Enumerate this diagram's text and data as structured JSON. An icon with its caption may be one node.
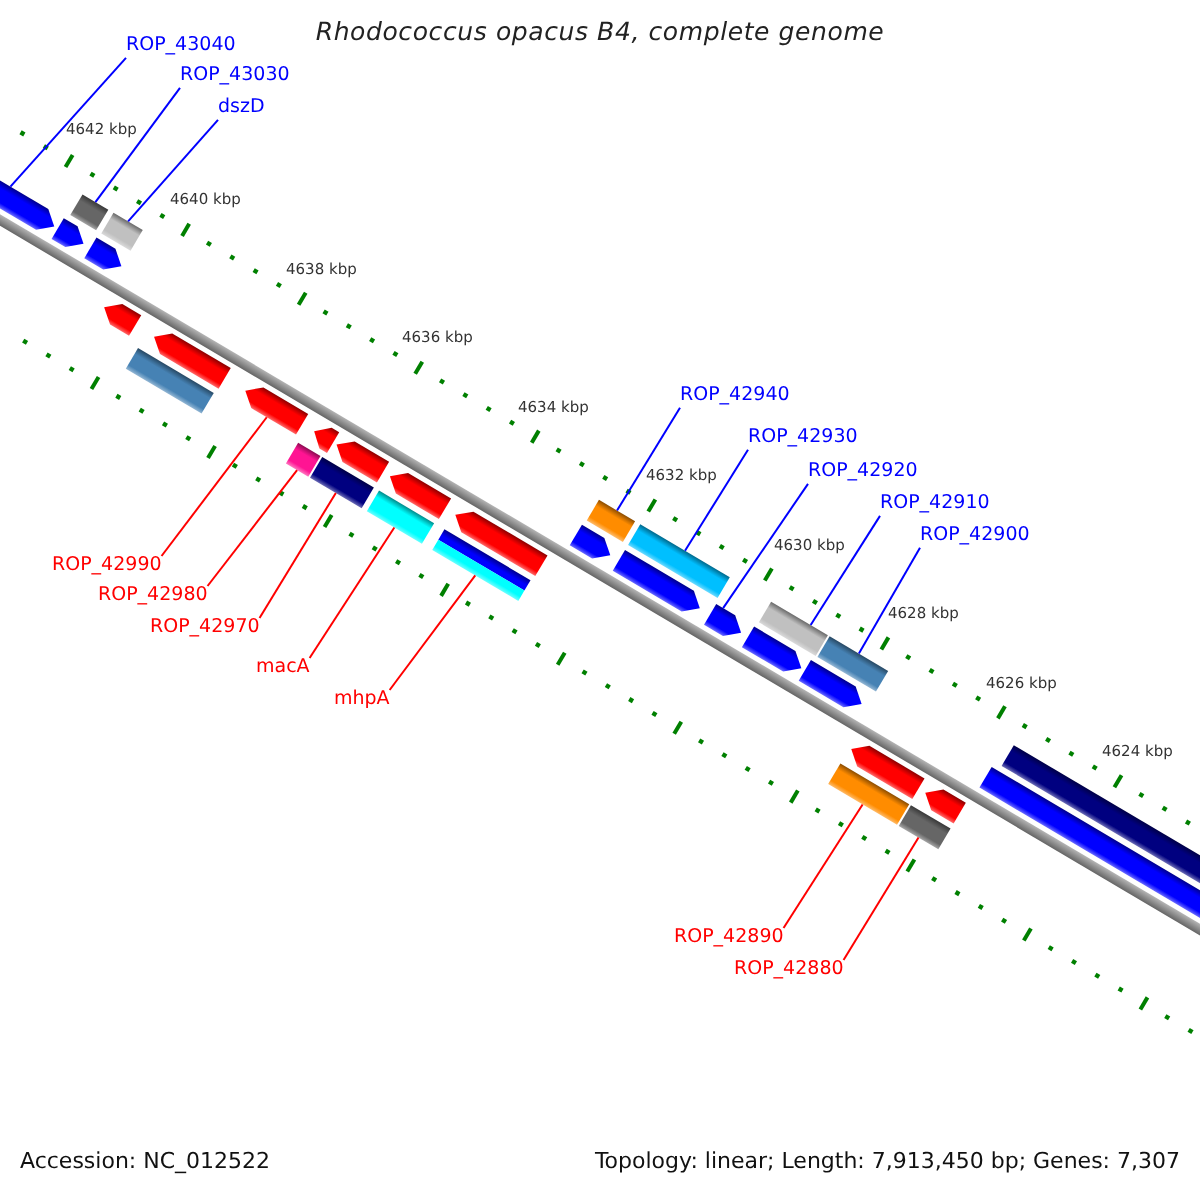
{
  "diagram": {
    "title": "Rhodococcus opacus B4, complete genome",
    "nodes": [
      {
        "text": [
          "ROP_43040"
        ]
      },
      {
        "text": [
          "ROP_43030"
        ]
      },
      {
        "text": [
          "dszD"
        ]
      },
      {
        "text": [
          "ROP_42940"
        ]
      },
      {
        "text": [
          "ROP_42930"
        ]
      },
      {
        "text": [
          "ROP_42920"
        ]
      },
      {
        "text": [
          "ROP_42910"
        ]
      },
      {
        "text": [
          "ROP_42900"
        ]
      },
      {
        "text": [
          "ROP_42990"
        ]
      },
      {
        "text": [
          "ROP_42980"
        ]
      },
      {
        "text": [
          "ROP_42970"
        ]
      },
      {
        "text": [
          "macA"
        ]
      },
      {
        "text": [
          "mhpA"
        ]
      },
      {
        "text": [
          "ROP_42890"
        ]
      },
      {
        "text": [
          "ROP_42880"
        ]
      },
      {
        "text": [],
        "shape": "arrow"
      },
      {
        "text": [],
        "shape": "bar"
      },
      {
        "text": [],
        "shape": "bar"
      },
      {
        "text": [],
        "shape": "bar"
      },
      {
        "text": [],
        "shape": "bar"
      },
      {
        "text": [],
        "shape": "arrow"
      },
      {
        "text": [],
        "shape": "bar"
      },
      {
        "text": [],
        "shape": "bar"
      },
      {
        "text": [],
        "shape": "arrow"
      },
      {
        "text": [],
        "shape": "bar"
      },
      {
        "text": [],
        "shape": "bar"
      },
      {
        "text": [],
        "shape": "bar"
      },
      {
        "text": [],
        "shape": "bar"
      },
      {
        "text": [],
        "shape": "bar"
      },
      {
        "text": [],
        "shape": "bar"
      },
      {
        "text": [],
        "shape": "arrow"
      },
      {
        "text": [],
        "shape": "arrow"
      },
      {
        "text": [],
        "shape": "arrow"
      },
      {
        "text": [],
        "shape": "arrow"
      },
      {
        "text": [],
        "shape": "arrow"
      },
      {
        "text": [],
        "shape": "arrow"
      },
      {
        "text": [],
        "shape": "bar"
      },
      {
        "text": [],
        "shape": "bar"
      },
      {
        "text": [],
        "shape": "arrow"
      },
      {
        "text": [],
        "shape": "arrow"
      },
      {
        "text": [],
        "shape": "bar"
      },
      {
        "text": [],
        "shape": "arrow"
      },
      {
        "text": [],
        "shape": "arrow"
      },
      {
        "text": [],
        "shape": "arrow"
      },
      {
        "text": [],
        "shape": "arrow"
      },
      {
        "text": [],
        "shape": "arrow"
      },
      {
        "text": [],
        "shape": "arrow"
      }
    ],
    "edges": [
      {
        "from": 0,
        "to": 15,
        "arrow": "none"
      },
      {
        "from": 1,
        "to": 16,
        "arrow": "none"
      },
      {
        "from": 2,
        "to": 17,
        "arrow": "none"
      },
      {
        "from": 3,
        "to": 18,
        "arrow": "none"
      },
      {
        "from": 4,
        "to": 19,
        "arrow": "none"
      },
      {
        "from": 5,
        "to": 20,
        "arrow": "none"
      },
      {
        "from": 6,
        "to": 21,
        "arrow": "none"
      },
      {
        "from": 7,
        "to": 22,
        "arrow": "none"
      },
      {
        "from": 8,
        "to": 23,
        "arrow": "none",
        "color": "#ff0000"
      },
      {
        "from": 9,
        "to": 24,
        "arrow": "none",
        "color": "#ff0000"
      },
      {
        "from": 10,
        "to": 25,
        "arrow": "none",
        "color": "#ff0000"
      },
      {
        "from": 11,
        "to": 26,
        "arrow": "none",
        "color": "#ff0000"
      },
      {
        "from": 12,
        "to": 27,
        "arrow": "none",
        "color": "#ff0000"
      },
      {
        "from": 13,
        "to": 28,
        "arrow": "none",
        "color": "#ff0000"
      },
      {
        "from": 14,
        "to": 29,
        "arrow": "none",
        "color": "#ff0000"
      }
    ],
    "labels": [
      "4642 kbp",
      "4640 kbp",
      "4638 kbp",
      "4636 kbp",
      "4634 kbp",
      "4632 kbp",
      "4630 kbp",
      "4628 kbp",
      "4626 kbp",
      "4624 kbp",
      "Accession: NC_012522",
      "Topology: linear; Length: 7,913,450 bp; Genes: 7,307"
    ]
  }
}
